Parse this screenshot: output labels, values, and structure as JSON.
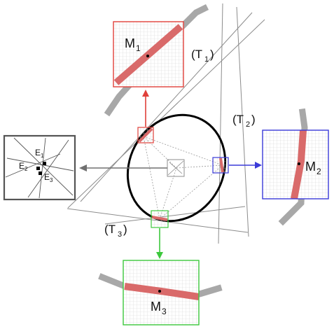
{
  "labels": {
    "m1": "M",
    "m1_sub": "1",
    "m2": "M",
    "m2_sub": "2",
    "m3": "M",
    "m3_sub": "3",
    "t1": "(T",
    "t1_sub": "1",
    "t2": "(T",
    "t2_sub": "2",
    "t3": "(T",
    "t3_sub": "3",
    "close_paren": ")",
    "e1": "E",
    "e1_sub": "1",
    "e2": "E",
    "e2_sub": "2",
    "e3": "E",
    "e3_sub": "3"
  },
  "colors": {
    "red": "#e0403a",
    "blue": "#3a3ad8",
    "green": "#3cc83c",
    "pixel_red": "#d96a6a",
    "pixel_gray": "#a8a8a8",
    "grid": "#cfcfcf",
    "line": "#8c8c8c",
    "ellipse": "#000000",
    "inset_border": "#555555"
  }
}
